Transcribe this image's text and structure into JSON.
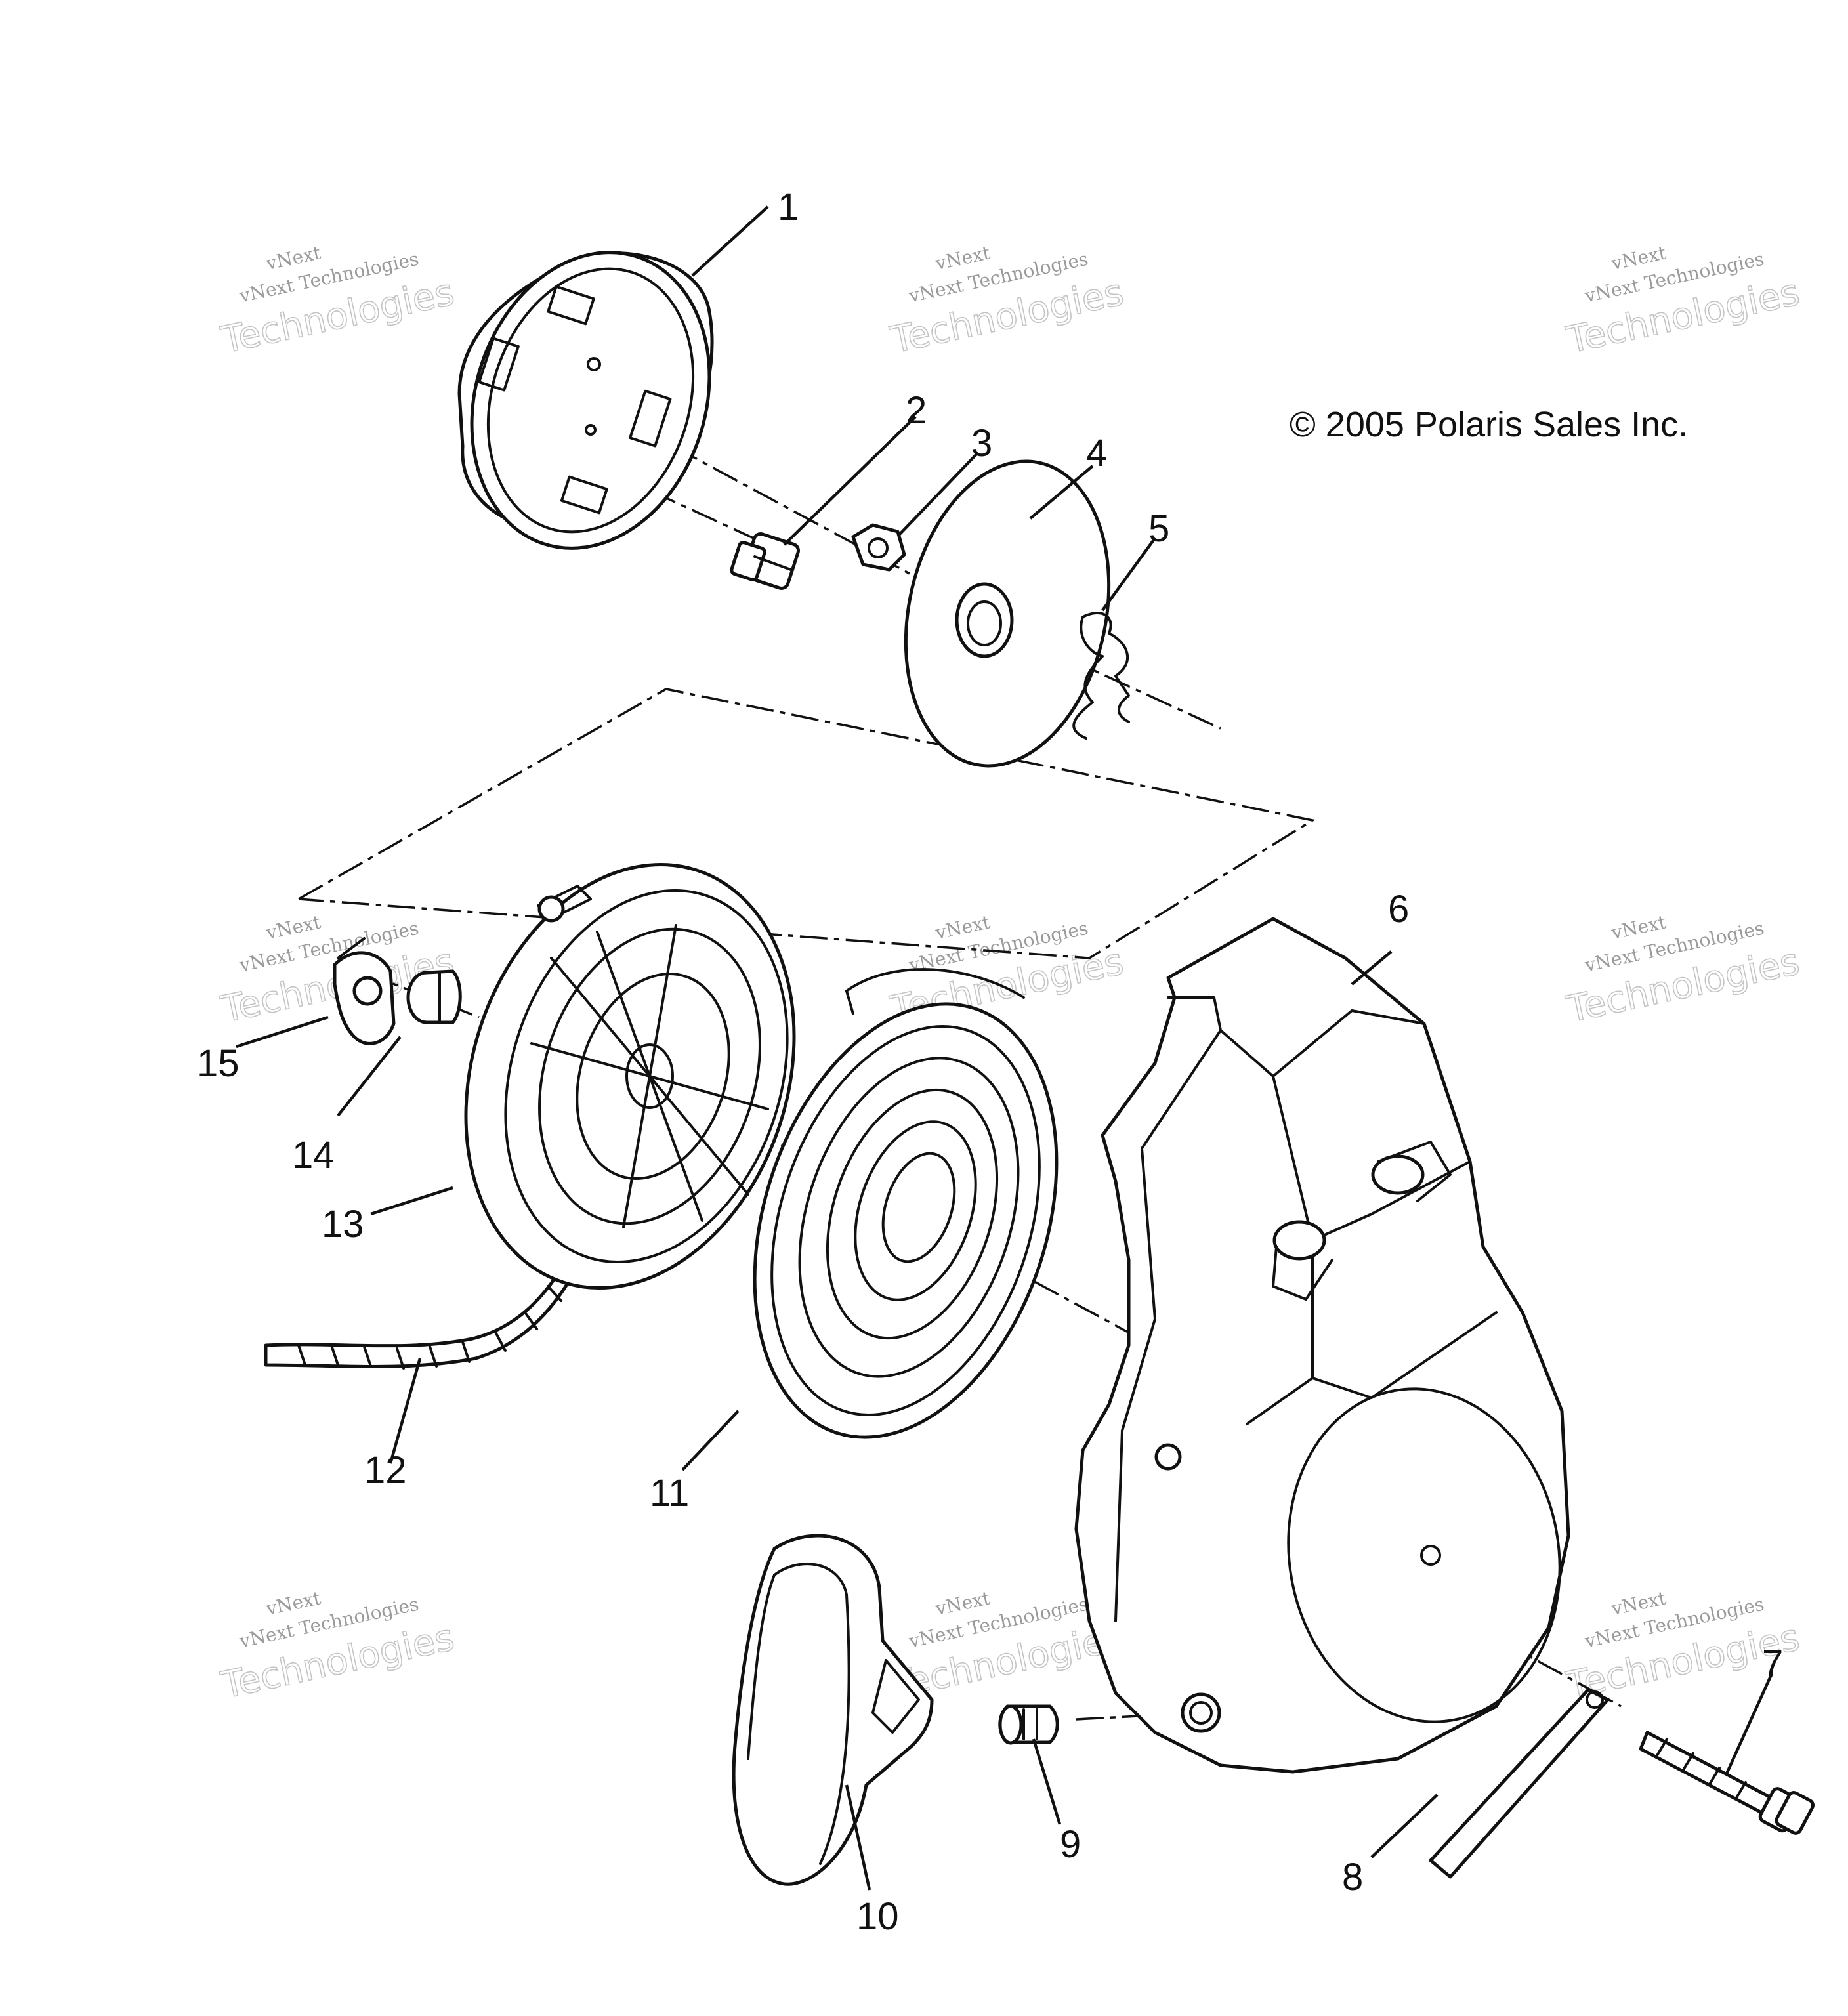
{
  "copyright": "© 2005 Polaris Sales Inc.",
  "watermark": {
    "line1": "vNext",
    "line2": "vNext Technologies",
    "line3": "Technologies"
  },
  "callouts": {
    "c1": "1",
    "c2": "2",
    "c3": "3",
    "c4": "4",
    "c5": "5",
    "c6": "6",
    "c7": "7",
    "c8": "8",
    "c9": "9",
    "c10": "10",
    "c11": "11",
    "c12": "12",
    "c13": "13",
    "c14": "14",
    "c15": "15"
  }
}
